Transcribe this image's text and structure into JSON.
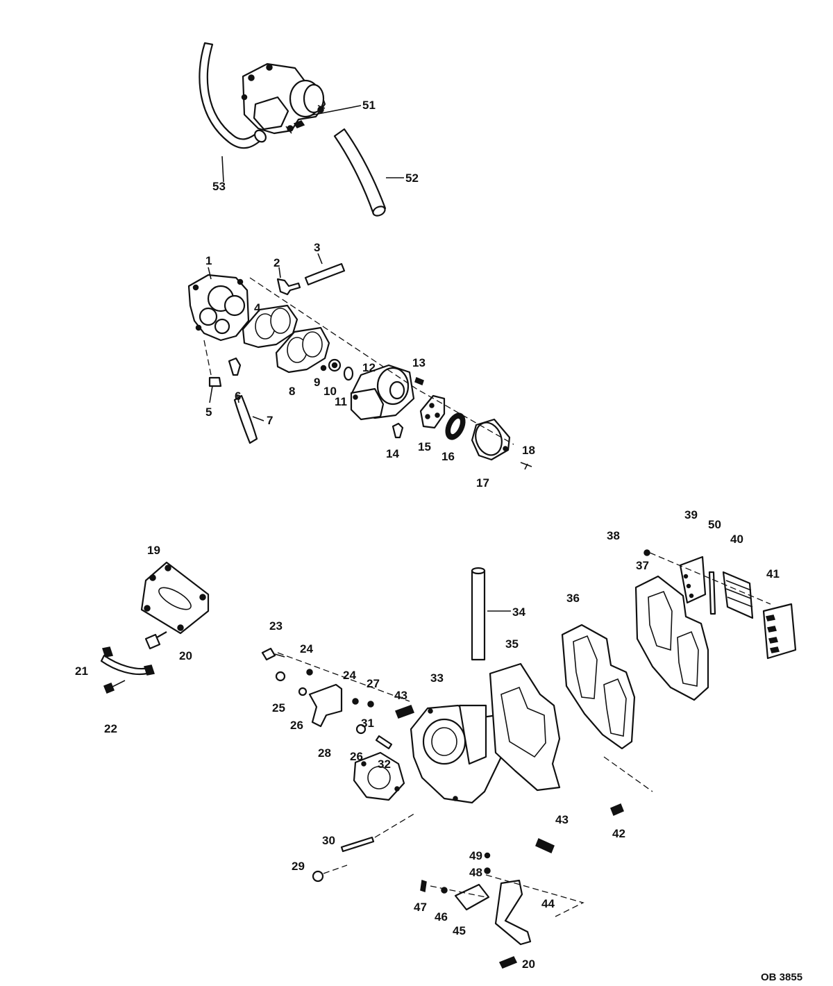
{
  "drawing_code": "OB 3855",
  "callouts": [
    {
      "id": "c1",
      "text": "1"
    },
    {
      "id": "c2",
      "text": "2"
    },
    {
      "id": "c3",
      "text": "3"
    },
    {
      "id": "c4",
      "text": "4"
    },
    {
      "id": "c5",
      "text": "5"
    },
    {
      "id": "c6",
      "text": "6"
    },
    {
      "id": "c7",
      "text": "7"
    },
    {
      "id": "c8",
      "text": "8"
    },
    {
      "id": "c9",
      "text": "9"
    },
    {
      "id": "c10",
      "text": "10"
    },
    {
      "id": "c11",
      "text": "11"
    },
    {
      "id": "c12",
      "text": "12"
    },
    {
      "id": "c13",
      "text": "13"
    },
    {
      "id": "c14",
      "text": "14"
    },
    {
      "id": "c15",
      "text": "15"
    },
    {
      "id": "c16",
      "text": "16"
    },
    {
      "id": "c17",
      "text": "17"
    },
    {
      "id": "c18",
      "text": "18"
    },
    {
      "id": "c19",
      "text": "19"
    },
    {
      "id": "c20a",
      "text": "20"
    },
    {
      "id": "c20b",
      "text": "20"
    },
    {
      "id": "c21",
      "text": "21"
    },
    {
      "id": "c22",
      "text": "22"
    },
    {
      "id": "c23",
      "text": "23"
    },
    {
      "id": "c24a",
      "text": "24"
    },
    {
      "id": "c24b",
      "text": "24"
    },
    {
      "id": "c25",
      "text": "25"
    },
    {
      "id": "c26a",
      "text": "26"
    },
    {
      "id": "c26b",
      "text": "26"
    },
    {
      "id": "c27",
      "text": "27"
    },
    {
      "id": "c28",
      "text": "28"
    },
    {
      "id": "c29",
      "text": "29"
    },
    {
      "id": "c30",
      "text": "30"
    },
    {
      "id": "c31",
      "text": "31"
    },
    {
      "id": "c32",
      "text": "32"
    },
    {
      "id": "c33",
      "text": "33"
    },
    {
      "id": "c34",
      "text": "34"
    },
    {
      "id": "c35",
      "text": "35"
    },
    {
      "id": "c36",
      "text": "36"
    },
    {
      "id": "c37",
      "text": "37"
    },
    {
      "id": "c38",
      "text": "38"
    },
    {
      "id": "c39",
      "text": "39"
    },
    {
      "id": "c40",
      "text": "40"
    },
    {
      "id": "c41",
      "text": "41"
    },
    {
      "id": "c42",
      "text": "42"
    },
    {
      "id": "c43a",
      "text": "43"
    },
    {
      "id": "c43b",
      "text": "43"
    },
    {
      "id": "c44",
      "text": "44"
    },
    {
      "id": "c45",
      "text": "45"
    },
    {
      "id": "c46",
      "text": "46"
    },
    {
      "id": "c47",
      "text": "47"
    },
    {
      "id": "c48",
      "text": "48"
    },
    {
      "id": "c49",
      "text": "49"
    },
    {
      "id": "c50",
      "text": "50"
    },
    {
      "id": "c51",
      "text": "51"
    },
    {
      "id": "c52",
      "text": "52"
    },
    {
      "id": "c53",
      "text": "53"
    }
  ]
}
